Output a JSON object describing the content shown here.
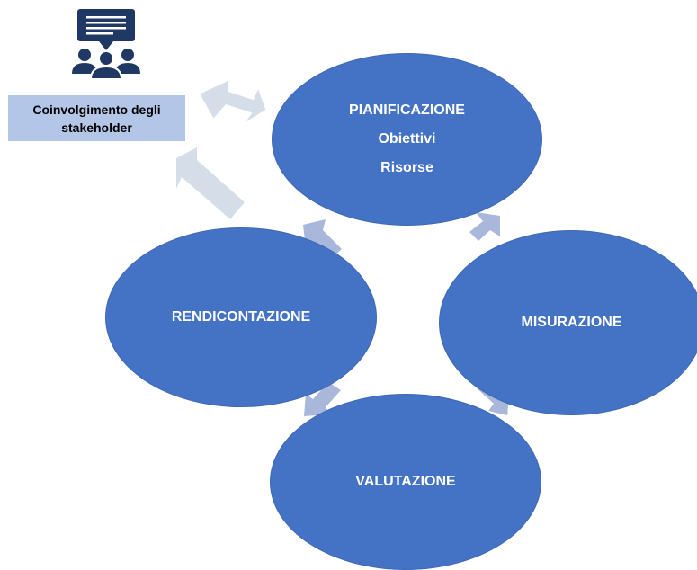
{
  "diagram": {
    "nodes": [
      {
        "id": "pianificazione",
        "lines": [
          "PIANIFICAZIONE",
          "Obiettivi",
          "Risorse"
        ]
      },
      {
        "id": "misurazione",
        "lines": [
          "MISURAZIONE"
        ]
      },
      {
        "id": "valutazione",
        "lines": [
          "VALUTAZIONE"
        ]
      },
      {
        "id": "rendicontazione",
        "lines": [
          "RENDICONTAZIONE"
        ]
      }
    ],
    "stakeholder": {
      "icon": "people-speech-icon",
      "label_line1": "Coinvolgimento degli",
      "label_line2": "stakeholder"
    },
    "colors": {
      "node_fill": "#4472c4",
      "arrow_fill": "#a9b7db",
      "stakeholder_fill": "#b4c6e7",
      "big_arrow_fill": "#d5dde9",
      "icon_fill": "#1f3864"
    }
  }
}
